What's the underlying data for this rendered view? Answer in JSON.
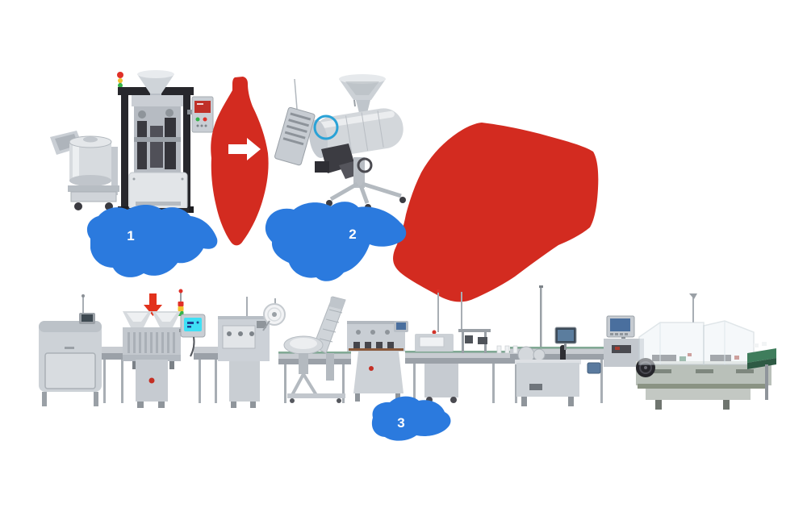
{
  "steps": [
    {
      "label": "1"
    },
    {
      "label": "2"
    },
    {
      "label": "3"
    }
  ],
  "colors": {
    "step_marker_blue": "#2b7ade",
    "flow_red": "#d32b20",
    "pointer_red": "#e2321c",
    "arrow_white": "#ffffff",
    "screen_cyan": "#3fe0f5",
    "panel_screen_red": "#c03028",
    "alarm_red": "#e03028",
    "alarm_yellow": "#f2c12e",
    "alarm_green": "#35b44a",
    "hose_blue": "#2aa2d6",
    "conveyor_green": "#3f7d5c",
    "motor_blue": "#5a7a9e"
  },
  "icons": {
    "flow_arrow": "arrow-right-icon",
    "attention_arrow": "arrow-down-icon",
    "signal_tower": "tower-light-icon"
  }
}
